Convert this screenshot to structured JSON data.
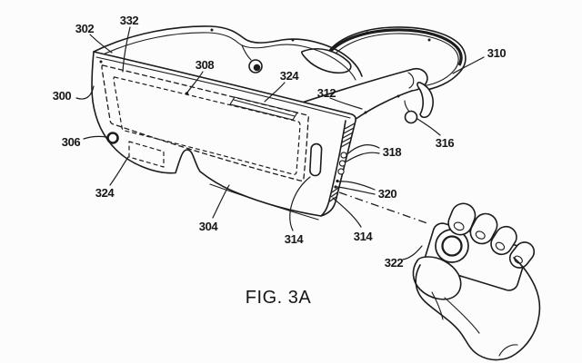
{
  "figure": {
    "type": "patent line drawing",
    "caption": "FIG. 3A",
    "background_color": "#fcfcfc",
    "line_color": "#1c1c1c",
    "subject": "head-mounted display headset with head strap, earbuds and handheld remote control",
    "reference_labels": [
      {
        "ref": "300",
        "points_to": "headset assembly, left edge"
      },
      {
        "ref": "302",
        "points_to": "top band at front-left corner"
      },
      {
        "ref": "332",
        "points_to": "front housing upper surface"
      },
      {
        "ref": "308",
        "points_to": "point on front face"
      },
      {
        "ref": "324",
        "points_to": "slot on upper-right of front face"
      },
      {
        "ref": "312",
        "points_to": "temple arm"
      },
      {
        "ref": "310",
        "points_to": "head strap loop"
      },
      {
        "ref": "316",
        "points_to": "earpiece hanging from temple arm"
      },
      {
        "ref": "318",
        "points_to": "side panel buttons"
      },
      {
        "ref": "320",
        "points_to": "side panel lower dots"
      },
      {
        "ref": "306",
        "points_to": "front lens / camera opening"
      },
      {
        "ref": "324",
        "points_to": "dashed slot on lower-left of front face"
      },
      {
        "ref": "304",
        "points_to": "lower front housing"
      },
      {
        "ref": "314",
        "points_to": "oval slot on right of front face"
      },
      {
        "ref": "314",
        "points_to": "rear side edge of housing"
      },
      {
        "ref": "322",
        "points_to": "handheld remote control in hand"
      }
    ]
  }
}
